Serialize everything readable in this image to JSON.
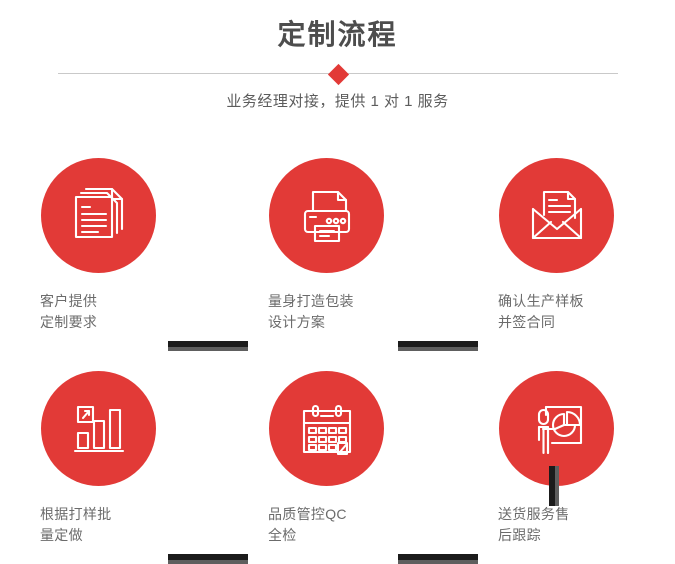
{
  "header": {
    "title": "定制流程",
    "subtitle": "业务经理对接，提供 1 对 1 服务",
    "divider_icon": "diamond-icon"
  },
  "theme": {
    "accent_red": "#e23a37",
    "connector_dark": "#1b1b1b",
    "connector_gray": "#5e5e5e",
    "title_gray": "#4d4d4d",
    "label_gray": "#6b6b6b",
    "divider_gray": "#c9c9c9",
    "background": "#ffffff"
  },
  "flow": {
    "steps": [
      {
        "id": 1,
        "icon": "documents-icon",
        "label": "客户提供\n定制要求"
      },
      {
        "id": 2,
        "icon": "printer-icon",
        "label": "量身打造包装\n设计方案"
      },
      {
        "id": 3,
        "icon": "envelope-document-icon",
        "label": "确认生产样板\n并签合同"
      },
      {
        "id": 4,
        "icon": "bar-chart-growth-icon",
        "label": "根据打样批\n量定做"
      },
      {
        "id": 5,
        "icon": "calendar-check-icon",
        "label": "品质管控QC\n全检"
      },
      {
        "id": 6,
        "icon": "presentation-person-icon",
        "label": "送货服务售\n后跟踪"
      }
    ],
    "connectors": [
      {
        "id": "r1-c1",
        "orientation": "horizontal"
      },
      {
        "id": "r1-c2",
        "orientation": "horizontal"
      },
      {
        "id": "r2-c1",
        "orientation": "horizontal"
      },
      {
        "id": "r2-c2",
        "orientation": "horizontal"
      },
      {
        "id": "v-col3",
        "orientation": "vertical"
      }
    ]
  }
}
